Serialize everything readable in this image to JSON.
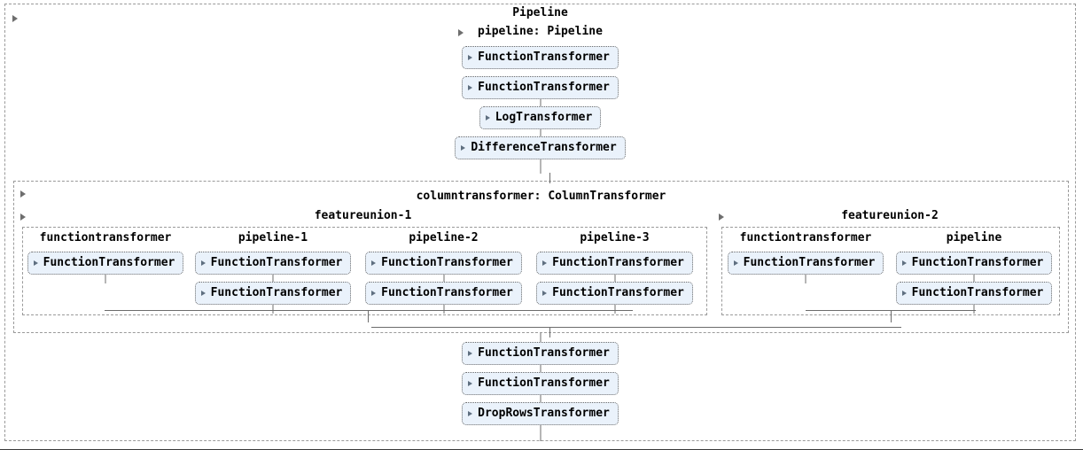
{
  "diagram": {
    "root_title": "Pipeline",
    "icons": {
      "toggle": "expand-triangle-icon",
      "estimator_toggle": "estimator-expand-triangle-icon"
    },
    "colors": {
      "estimator_fill": "#eaf2fb",
      "estimator_border": "#6b6b6b",
      "container_border": "#9a9a9a",
      "connector": "#6c6c6c",
      "text": "#000000"
    },
    "top_pipeline": {
      "label": "pipeline: Pipeline",
      "steps": [
        {
          "name": "FunctionTransformer"
        },
        {
          "name": "FunctionTransformer"
        },
        {
          "name": "LogTransformer"
        },
        {
          "name": "DifferenceTransformer"
        }
      ]
    },
    "columntransformer": {
      "label": "columntransformer: ColumnTransformer",
      "featureunions": [
        {
          "label": "featureunion-1",
          "columns": [
            {
              "label": "functiontransformer",
              "steps": [
                {
                  "name": "FunctionTransformer"
                }
              ]
            },
            {
              "label": "pipeline-1",
              "steps": [
                {
                  "name": "FunctionTransformer"
                },
                {
                  "name": "FunctionTransformer"
                }
              ]
            },
            {
              "label": "pipeline-2",
              "steps": [
                {
                  "name": "FunctionTransformer"
                },
                {
                  "name": "FunctionTransformer"
                }
              ]
            },
            {
              "label": "pipeline-3",
              "steps": [
                {
                  "name": "FunctionTransformer"
                },
                {
                  "name": "FunctionTransformer"
                }
              ]
            }
          ]
        },
        {
          "label": "featureunion-2",
          "columns": [
            {
              "label": "functiontransformer",
              "steps": [
                {
                  "name": "FunctionTransformer"
                }
              ]
            },
            {
              "label": "pipeline",
              "steps": [
                {
                  "name": "FunctionTransformer"
                },
                {
                  "name": "FunctionTransformer"
                }
              ]
            }
          ]
        }
      ]
    },
    "bottom_pipeline": {
      "steps": [
        {
          "name": "FunctionTransformer"
        },
        {
          "name": "FunctionTransformer"
        },
        {
          "name": "DropRowsTransformer"
        }
      ]
    }
  }
}
